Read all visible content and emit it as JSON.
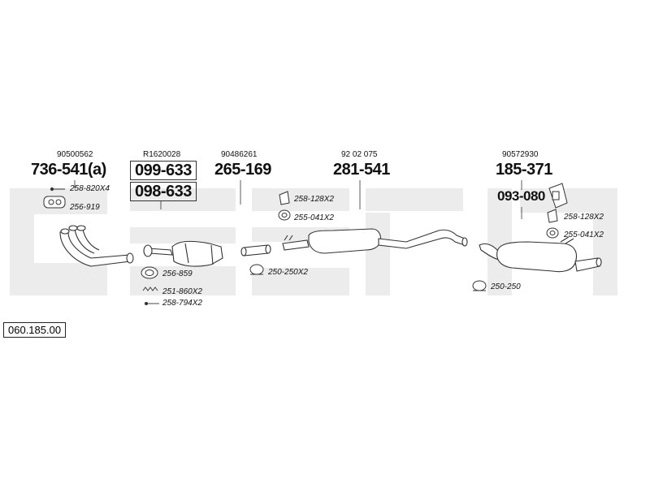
{
  "diagram_code": "060.185.00",
  "sections": [
    {
      "ref": "90500562",
      "parts": [
        "736-541(a)"
      ]
    },
    {
      "ref": "R1620028",
      "parts": [
        "099-633",
        "098-633"
      ]
    },
    {
      "ref": "90486261",
      "parts": [
        "265-169"
      ]
    },
    {
      "ref": "92 02 075",
      "parts": [
        "281-541"
      ]
    },
    {
      "ref": "90572930",
      "parts": [
        "185-371",
        "093-080"
      ]
    }
  ],
  "small_parts": [
    "258-820X4",
    "256-919",
    "256-859",
    "251-860X2",
    "258-794X2",
    "258-128X2",
    "255-041X2",
    "250-250X2",
    "258-128X2",
    "255-041X2",
    "250-250"
  ]
}
